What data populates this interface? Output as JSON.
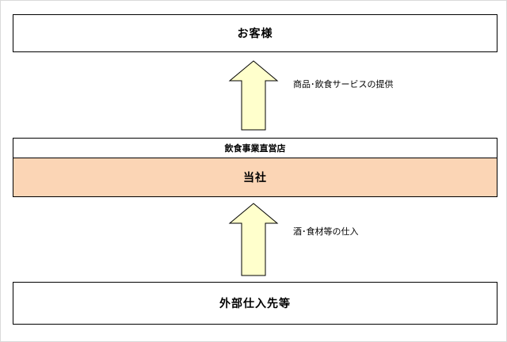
{
  "diagram": {
    "customer_box": {
      "label": "お客様"
    },
    "direct_store_label": "飲食事業直営店",
    "company_box": {
      "label": "当社",
      "fill": "#FBD5B5"
    },
    "supplier_box": {
      "label": "外部仕入先等"
    },
    "flow_upper": {
      "label": "商品･飲食サービスの提供"
    },
    "flow_lower": {
      "label": "酒･食材等の仕入"
    },
    "colors": {
      "arrow_fill": "#FFFFCC",
      "border": "#000000"
    }
  }
}
